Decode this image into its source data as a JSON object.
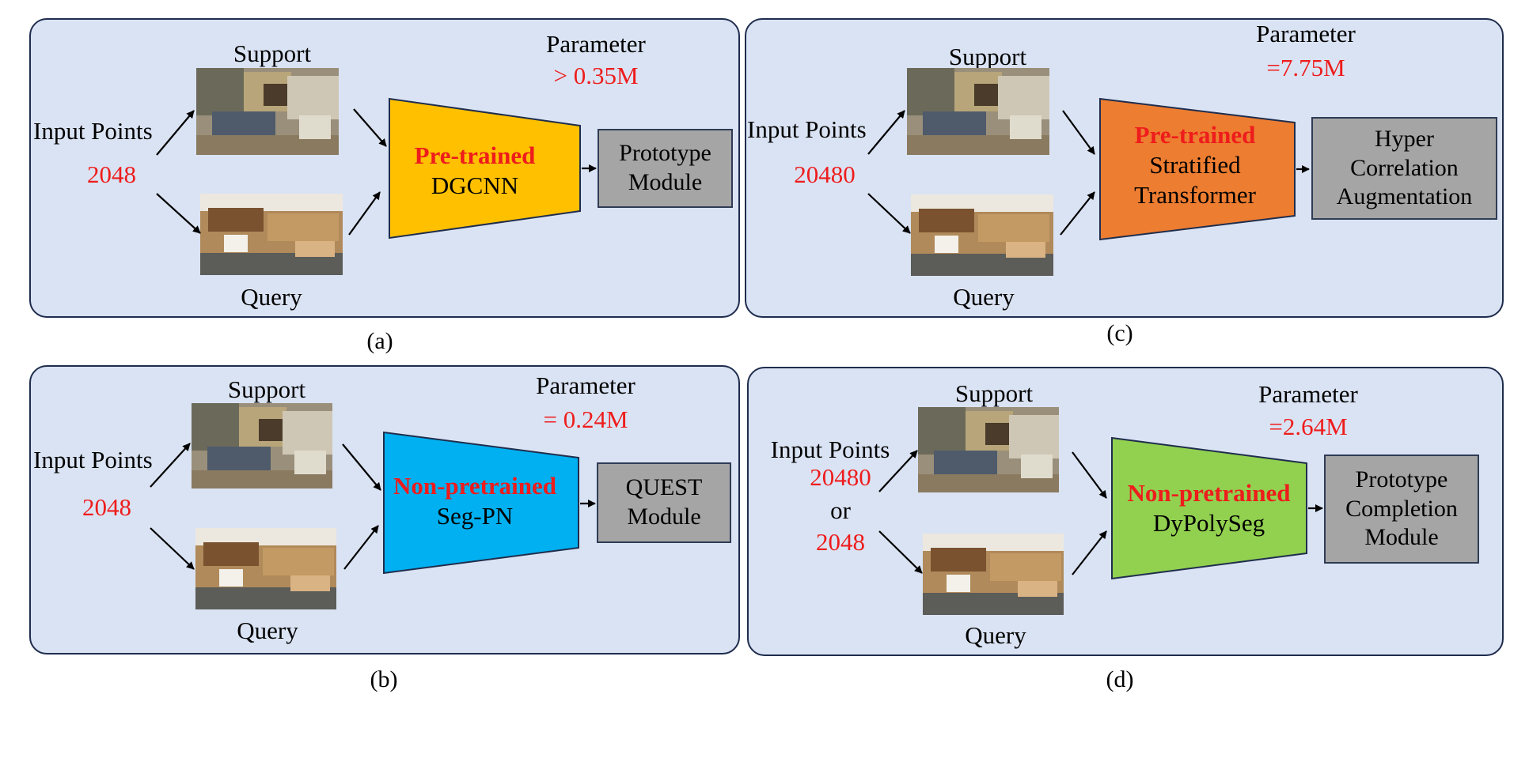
{
  "panels": {
    "a": {
      "caption": "(a)",
      "support": "Support",
      "query": "Query",
      "input_label": "Input Points",
      "input_value": "2048",
      "param_label": "Parameter",
      "param_value": "> 0.35M",
      "encoder_status": "Pre-trained",
      "encoder_name": "DGCNN",
      "encoder_color": "#ffc000",
      "module_lines": [
        "Prototype",
        "Module"
      ]
    },
    "b": {
      "caption": "(b)",
      "support": "Support",
      "query": "Query",
      "input_label": "Input Points",
      "input_value": "2048",
      "param_label": "Parameter",
      "param_value": "= 0.24M",
      "encoder_status": "Non-pretrained",
      "encoder_name": "Seg-PN",
      "encoder_color": "#00b0f0",
      "module_lines": [
        "QUEST",
        "Module"
      ]
    },
    "c": {
      "caption": "(c)",
      "support": "Support",
      "query": "Query",
      "input_label": "Input Points",
      "input_value": "20480",
      "param_label": "Parameter",
      "param_value": "=7.75M",
      "encoder_status": "Pre-trained",
      "encoder_name_lines": [
        "Stratified",
        "Transformer"
      ],
      "encoder_color": "#ed7d31",
      "module_lines": [
        "Hyper",
        "Correlation",
        "Augmentation"
      ]
    },
    "d": {
      "caption": "(d)",
      "support": "Support",
      "query": "Query",
      "input_label": "Input Points",
      "input_value_1": "20480",
      "input_or": "or",
      "input_value_2": "2048",
      "param_label": "Parameter",
      "param_value": "=2.64M",
      "encoder_status": "Non-pretrained",
      "encoder_name": "DyPolySeg",
      "encoder_color": "#92d050",
      "module_lines": [
        "Prototype",
        "Completion",
        "Module"
      ]
    }
  }
}
